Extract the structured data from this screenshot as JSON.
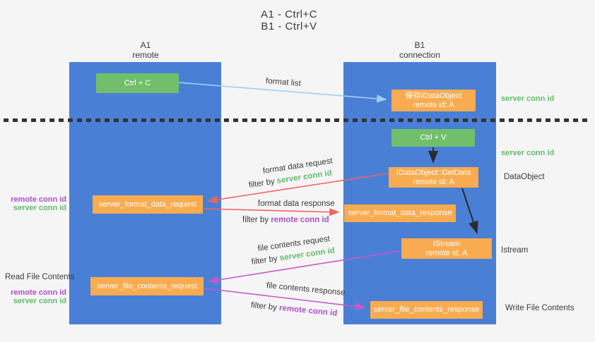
{
  "title": {
    "line1": "A1 - Ctrl+C",
    "line2": "B1 - Ctrl+V"
  },
  "colors": {
    "lane_blue": "#4a7fd6",
    "green_box": "#71bf6b",
    "orange_box": "#f9ab4f",
    "arrow_blue": "#9fcfef",
    "arrow_black": "#2b2b2b",
    "arrow_red": "#ee6562",
    "arrow_magenta": "#c55bc8",
    "text_green": "#64bb6a",
    "text_purple": "#ad4fc9",
    "background": "#f5f5f6"
  },
  "lanes": {
    "a": {
      "title": "A1",
      "subtitle": "remote"
    },
    "b": {
      "title": "B1",
      "subtitle": "connection"
    }
  },
  "nodes": {
    "ctrl_c": "Ctrl + C",
    "save_dataobject": {
      "line1": "保存IDataObject",
      "line2": "remote id: A"
    },
    "ctrl_v": "Ctrl + V",
    "getdata": {
      "line1": "IDataObject::GetData",
      "line2": "remote id: A"
    },
    "format_request": "server_format_data_request",
    "format_response": "server_format_data_response",
    "istream": {
      "line1": "IStream",
      "line2": "remote id: A"
    },
    "file_request": "server_file_contents_request",
    "file_response": "server_file_contents_response"
  },
  "side_labels": {
    "left": {
      "format_remote": "remote conn id",
      "format_server": "server conn id",
      "read_file": "Read File Contents",
      "file_remote": "remote conn id",
      "file_server": "server conn id"
    },
    "right": {
      "server_conn_top": "server conn id",
      "server_conn_mid": "server conn id",
      "dataobject": "DataObject",
      "istream": "Istream",
      "write_file": "Write File Contents"
    }
  },
  "arrow_labels": {
    "format_list": "format list",
    "format_req": "format data request",
    "format_req_filter_prefix": "filter by ",
    "format_req_filter_key": "server conn id",
    "format_resp": "format data response",
    "format_resp_filter_prefix": "filter by ",
    "format_resp_filter_key": "remote conn id",
    "file_req": "file contents request",
    "file_req_filter_prefix": "filter by ",
    "file_req_filter_key": "server conn id",
    "file_resp": "file contents response",
    "file_resp_filter_prefix": "filter by ",
    "file_resp_filter_key": "remote conn id"
  }
}
